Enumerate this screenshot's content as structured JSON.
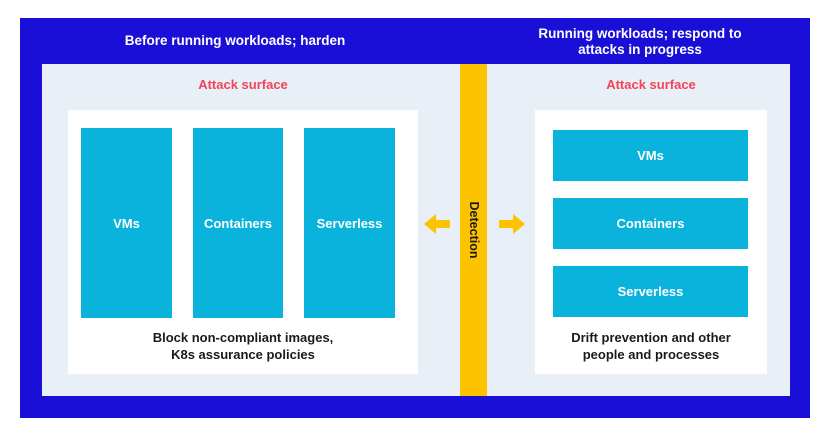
{
  "left_section": {
    "heading": "Before running workloads; harden",
    "attack_surface_label": "Attack surface",
    "blocks": [
      "VMs",
      "Containers",
      "Serverless"
    ],
    "caption_line1": "Block non-compliant images,",
    "caption_line2": "K8s assurance policies"
  },
  "right_section": {
    "heading_line1": "Running workloads; respond to",
    "heading_line2": "attacks in progress",
    "attack_surface_label": "Attack surface",
    "blocks": [
      "VMs",
      "Containers",
      "Serverless"
    ],
    "caption_line1": "Drift prevention and other",
    "caption_line2": "people and processes"
  },
  "detection": {
    "label": "Detection"
  },
  "colors": {
    "frame": "#1a0fd6",
    "panel": "#e8eff6",
    "block": "#0ab3dc",
    "attack_surface": "#f0455a",
    "detection": "#fdc300"
  },
  "icons": [
    "arrow-left-icon",
    "arrow-right-icon"
  ]
}
